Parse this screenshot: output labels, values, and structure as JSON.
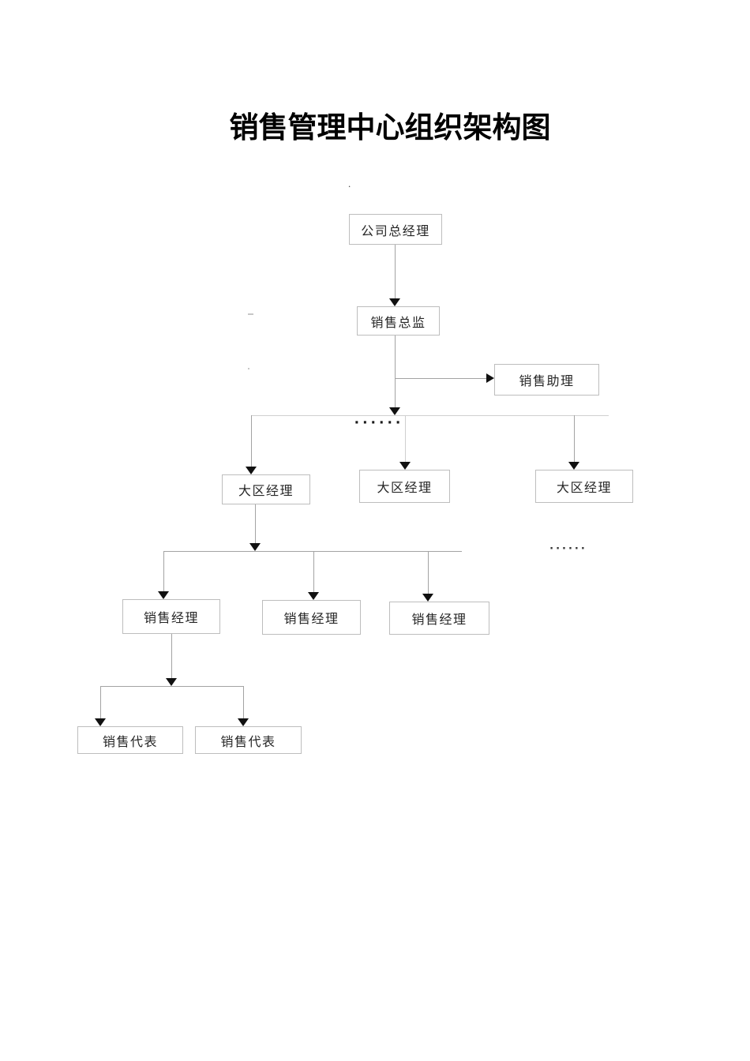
{
  "title": "销售管理中心组织架构图",
  "nodes": [
    {
      "role": "company-general-manager",
      "label": "公司总经理"
    },
    {
      "role": "sales-director",
      "label": "销售总监"
    },
    {
      "role": "sales-assistant",
      "label": "销售助理"
    },
    {
      "role": "regional-manager-1",
      "label": "大区经理"
    },
    {
      "role": "regional-manager-2",
      "label": "大区经理"
    },
    {
      "role": "regional-manager-3",
      "label": "大区经理"
    },
    {
      "role": "sales-manager-1",
      "label": "销售经理"
    },
    {
      "role": "sales-manager-2",
      "label": "销售经理"
    },
    {
      "role": "sales-manager-3",
      "label": "销售经理"
    },
    {
      "role": "sales-representative-1",
      "label": "销售代表"
    },
    {
      "role": "sales-representative-2",
      "label": "销售代表"
    }
  ],
  "edges": [
    {
      "from": "company-general-manager",
      "to": "sales-director"
    },
    {
      "from": "sales-director",
      "to": "sales-assistant"
    },
    {
      "from": "sales-director",
      "to": "regional-manager-1"
    },
    {
      "from": "sales-director",
      "to": "regional-manager-2"
    },
    {
      "from": "sales-director",
      "to": "regional-manager-3"
    },
    {
      "from": "regional-manager-1",
      "to": "sales-manager-1"
    },
    {
      "from": "regional-manager-1",
      "to": "sales-manager-2"
    },
    {
      "from": "regional-manager-1",
      "to": "sales-manager-3"
    },
    {
      "from": "sales-manager-1",
      "to": "sales-representative-1"
    },
    {
      "from": "sales-manager-1",
      "to": "sales-representative-2"
    }
  ],
  "marks": {
    "stray_period": ".",
    "ellipsis_row1": "······",
    "ellipsis_row2": "······"
  },
  "colors": {
    "background": "#ffffff",
    "title_text": "#000000",
    "node_border": "#bdbdbd",
    "node_text": "#262626",
    "connector_line": "#a3a3a3",
    "arrowhead": "#111111"
  }
}
